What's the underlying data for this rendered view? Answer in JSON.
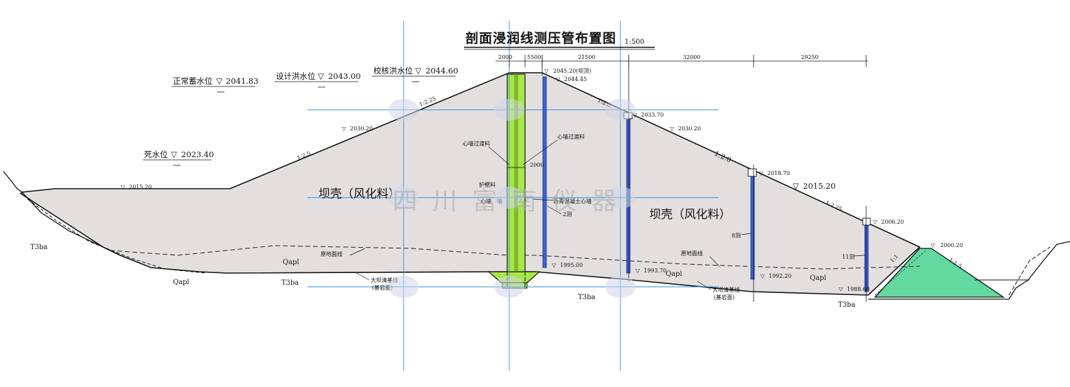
{
  "title": "剖面浸润线测压管布置图",
  "scale": "1:500",
  "watermark": "四川富南仪器",
  "dimensions": [
    "2000",
    "5500",
    "21500",
    "32000",
    "29250"
  ],
  "water_levels": {
    "normal": "正常蓄水位",
    "normal_value": "2041.83",
    "design_flood": "设计洪水位",
    "design_flood_value": "2043.00",
    "check_flood": "校核洪水位",
    "check_flood_value": "2044.60",
    "dead": "死水位",
    "dead_value": "2023.40"
  },
  "elevations": {
    "crest": "2045.20(坝顶)",
    "e2044": "2044.45",
    "e2033": "2033.70",
    "e2030_up": "2030.20",
    "e2030_down": "2030.20",
    "e2018": "2018.70",
    "e2015_up": "2015.20",
    "e2015_down": "2015.20",
    "e2006": "2006.20",
    "e2000": "2000.20",
    "e1995": "1995.00",
    "e1993": "1993.70",
    "e1992": "1992.20",
    "e1988": "1988.60"
  },
  "slopes": {
    "up1": "1:2.25",
    "up2": "1:2.5",
    "down1": "1:2.0",
    "down2": "1:2.0",
    "down3": "1:2.25",
    "toe1": "1:1",
    "toe2": "1:1.5"
  },
  "zones": {
    "shell_left": "坝壳（风化料）",
    "shell_right": "坝壳（风化料）",
    "core_filter_left": "心墙过渡料",
    "core_filter_right": "心墙过渡料",
    "core_width": "2000",
    "core_label_a": "沥青混凝土心墙",
    "core_label_b": "护壁料",
    "core_label_c": "心墙",
    "core_label_d": "墙"
  },
  "geology": {
    "rock_1": "T3ba",
    "rock_2": "T3ba",
    "rock_3": "T3ba",
    "rock_4": "T3ba",
    "alluvium_1": "Qapl",
    "alluvium_2": "Qapl",
    "alluvium_3": "Qapl",
    "alluvium_4": "Qapl",
    "original_ground_left": "原地面线",
    "original_ground_right": "原地面线",
    "foundation_left": "大坝清基线",
    "foundation_left_sub": "(基岩面)",
    "foundation_right": "大坝清基线",
    "foundation_right_sub": "(基岩面)"
  },
  "piezometers": [
    "2测",
    "8测",
    "11测"
  ],
  "colors": {
    "shell": "#e3dfdf",
    "core": "#a8e64a",
    "core_dark": "#62a011",
    "toe": "#63d9a0",
    "pipe": "#3f63d6",
    "grid": "#2b8fd6",
    "line": "#111111"
  }
}
